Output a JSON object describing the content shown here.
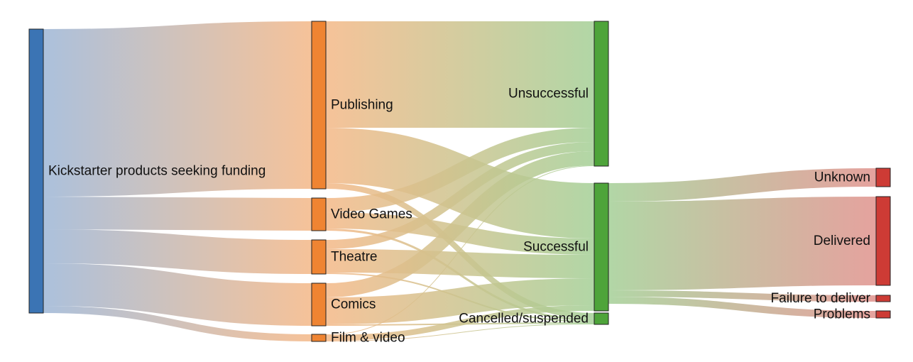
{
  "sankey": {
    "node_colors": {
      "source": "#3b74b4",
      "category": "#ef8432",
      "outcome": "#4ea43a",
      "delivery": "#cd3b35"
    },
    "link_gradients": {
      "source_to_category": [
        "#9db6d6",
        "#f4b887"
      ],
      "category_to_outcome": [
        "#f4b887",
        "#a4cf96"
      ],
      "outcome_to_delivery": [
        "#a4cf96",
        "#e0928d"
      ]
    },
    "nodes": [
      {
        "id": "kickstarter",
        "label": "Kickstarter products seeking funding",
        "group": "source"
      },
      {
        "id": "publishing",
        "label": "Publishing",
        "group": "category"
      },
      {
        "id": "videogames",
        "label": "Video Games",
        "group": "category"
      },
      {
        "id": "theatre",
        "label": "Theatre",
        "group": "category"
      },
      {
        "id": "comics",
        "label": "Comics",
        "group": "category"
      },
      {
        "id": "film",
        "label": "Film & video",
        "group": "category"
      },
      {
        "id": "unsuccessful",
        "label": "Unsuccessful",
        "group": "outcome"
      },
      {
        "id": "successful",
        "label": "Successful",
        "group": "outcome"
      },
      {
        "id": "cancelled",
        "label": "Cancelled/suspended",
        "group": "outcome"
      },
      {
        "id": "unknown",
        "label": "Unknown",
        "group": "delivery"
      },
      {
        "id": "delivered",
        "label": "Delivered",
        "group": "delivery"
      },
      {
        "id": "failure",
        "label": "Failure to deliver",
        "group": "delivery"
      },
      {
        "id": "problems",
        "label": "Problems",
        "group": "delivery"
      }
    ],
    "links": [
      {
        "source": "kickstarter",
        "target": "publishing",
        "value": 236
      },
      {
        "source": "kickstarter",
        "target": "videogames",
        "value": 46
      },
      {
        "source": "kickstarter",
        "target": "theatre",
        "value": 48
      },
      {
        "source": "kickstarter",
        "target": "comics",
        "value": 60
      },
      {
        "source": "kickstarter",
        "target": "film",
        "value": 10
      },
      {
        "source": "publishing",
        "target": "unsuccessful",
        "value": 150
      },
      {
        "source": "publishing",
        "target": "successful",
        "value": 78
      },
      {
        "source": "publishing",
        "target": "cancelled",
        "value": 8
      },
      {
        "source": "videogames",
        "target": "unsuccessful",
        "value": 20
      },
      {
        "source": "videogames",
        "target": "successful",
        "value": 23
      },
      {
        "source": "videogames",
        "target": "cancelled",
        "value": 3
      },
      {
        "source": "theatre",
        "target": "unsuccessful",
        "value": 13
      },
      {
        "source": "theatre",
        "target": "successful",
        "value": 33
      },
      {
        "source": "theatre",
        "target": "cancelled",
        "value": 2
      },
      {
        "source": "comics",
        "target": "unsuccessful",
        "value": 20
      },
      {
        "source": "comics",
        "target": "successful",
        "value": 38
      },
      {
        "source": "comics",
        "target": "cancelled",
        "value": 2
      },
      {
        "source": "film",
        "target": "unsuccessful",
        "value": 1
      },
      {
        "source": "film",
        "target": "successful",
        "value": 8
      },
      {
        "source": "film",
        "target": "cancelled",
        "value": 1
      },
      {
        "source": "successful",
        "target": "unknown",
        "value": 26
      },
      {
        "source": "successful",
        "target": "delivered",
        "value": 125
      },
      {
        "source": "successful",
        "target": "failure",
        "value": 9
      },
      {
        "source": "successful",
        "target": "problems",
        "value": 10
      }
    ]
  }
}
